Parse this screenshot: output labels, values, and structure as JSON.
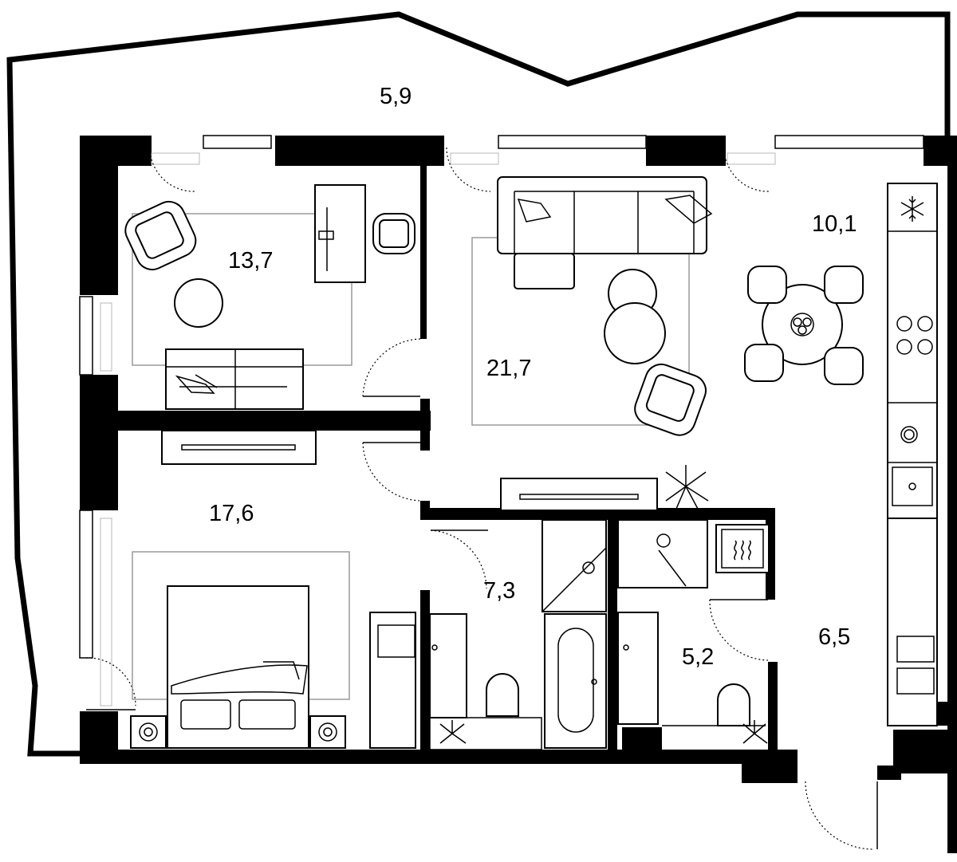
{
  "rooms": [
    {
      "id": "balcony",
      "area": "5,9"
    },
    {
      "id": "bedroom-small",
      "area": "13,7"
    },
    {
      "id": "living",
      "area": "21,7"
    },
    {
      "id": "kitchen",
      "area": "10,1"
    },
    {
      "id": "bedroom-master",
      "area": "17,6"
    },
    {
      "id": "bathroom-main",
      "area": "7,3"
    },
    {
      "id": "bathroom-guest",
      "area": "5,2"
    },
    {
      "id": "hallway",
      "area": "6,5"
    }
  ],
  "icons": {
    "fridge": "snowflake-icon",
    "plant": "plant-icon",
    "radiator": "radiator-icon"
  },
  "colors": {
    "wall": "#000000",
    "rug": "#9a9a9a",
    "glazing": "#b8b8b8"
  }
}
